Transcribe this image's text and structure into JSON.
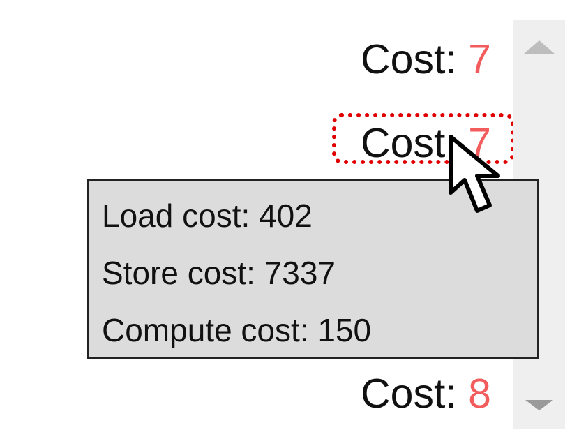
{
  "cost_list": {
    "items": [
      {
        "label": "Cost:",
        "value": "7"
      },
      {
        "label": "Cost:",
        "value": "7"
      },
      {
        "label": "Cost:",
        "value": "8"
      }
    ],
    "label_color": "#111111",
    "value_color": "#f25c5c",
    "focus_color": "#e00000"
  },
  "tooltip": {
    "rows": [
      {
        "text": "Load cost: 402"
      },
      {
        "text": "Store cost: 7337"
      },
      {
        "text": "Compute cost: 150"
      }
    ],
    "background": "#dcdcdc"
  },
  "scrollbar": {
    "up_icon": "chevron-up-icon",
    "down_icon": "chevron-down-icon"
  },
  "cursor": {
    "icon": "arrow-cursor-icon"
  }
}
